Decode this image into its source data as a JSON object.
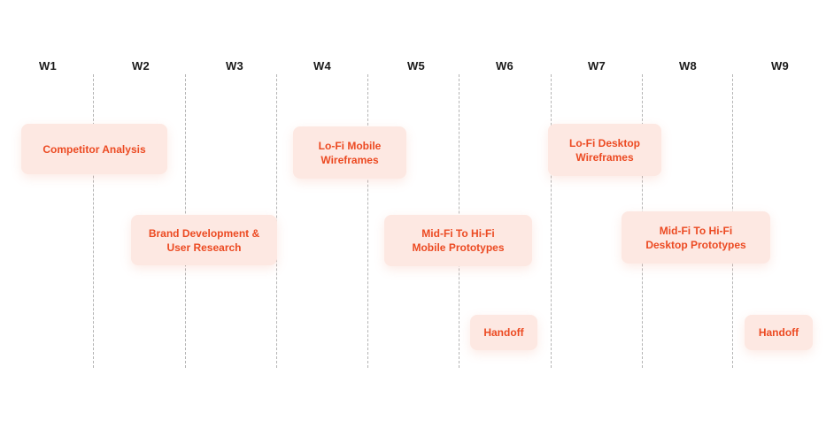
{
  "weeks": [
    "W1",
    "W2",
    "W3",
    "W4",
    "W5",
    "W6",
    "W7",
    "W8",
    "W9"
  ],
  "tasks": [
    {
      "label": "Competitor Analysis"
    },
    {
      "label": "Lo-Fi Mobile\nWireframes"
    },
    {
      "label": "Lo-Fi Desktop\nWireframes"
    },
    {
      "label": "Brand Development &\nUser Research"
    },
    {
      "label": "Mid-Fi To Hi-Fi\nMobile Prototypes"
    },
    {
      "label": "Mid-Fi To Hi-Fi\nDesktop Prototypes"
    },
    {
      "label": "Handoff"
    },
    {
      "label": "Handoff"
    }
  ],
  "colors": {
    "task_fill": "#fde8e2",
    "task_text": "#ec4a22",
    "divider": "#b5b5b5",
    "week_text": "#1a1a1a"
  }
}
